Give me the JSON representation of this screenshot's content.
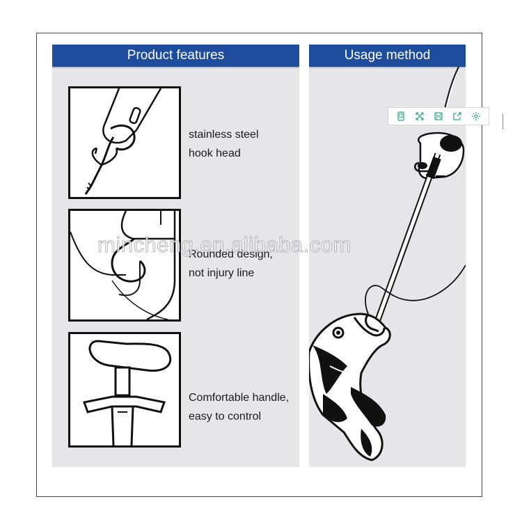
{
  "header": {
    "left_title": "Product features",
    "right_title": "Usage method"
  },
  "features": [
    {
      "line1": "stainless steel",
      "line2": "hook head"
    },
    {
      "line1": "Rounded design,",
      "line2": "not injury line"
    },
    {
      "line1": "Comfortable handle,",
      "line2": "easy to control"
    }
  ],
  "watermark": "mincheng.en.alibaba.com",
  "toolbar": {
    "icons": [
      "phone-icon",
      "expand-icon",
      "save-icon",
      "share-icon",
      "settings-icon"
    ]
  },
  "colors": {
    "header_bg": "#1f4d9e",
    "panel_bg": "#e6e6e8",
    "toolbar_icon": "#3aa88a"
  }
}
